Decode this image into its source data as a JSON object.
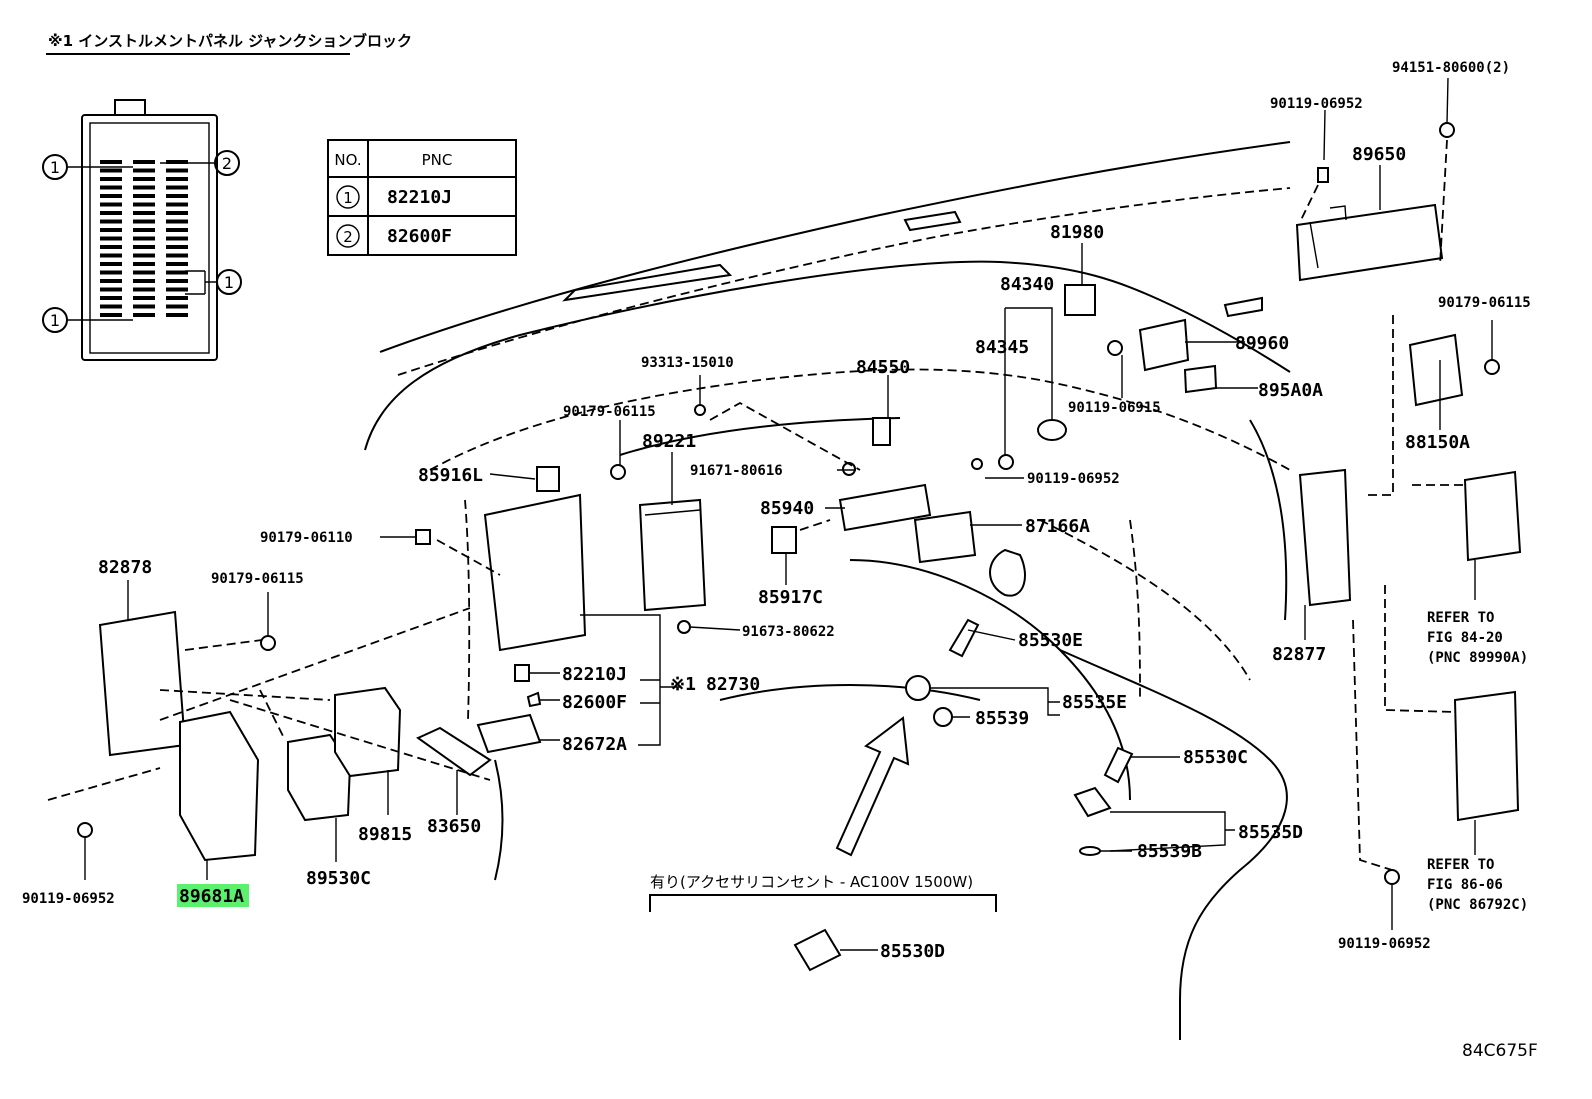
{
  "header": {
    "note": "※1 インストルメントパネル ジャンクションブロック"
  },
  "pnc_table": {
    "col_no": "NO.",
    "col_pnc": "PNC",
    "rows": [
      {
        "no": "1",
        "pnc": "82210J"
      },
      {
        "no": "2",
        "pnc": "82600F"
      }
    ]
  },
  "junction_block_callouts": [
    "1",
    "2",
    "1",
    "1"
  ],
  "highlight_color": "#5cf06e",
  "labels": {
    "p94151": "94151-80600(2)",
    "p90119a": "90119-06952",
    "p89650": "89650",
    "p81980": "81980",
    "p84340": "84340",
    "p84345": "84345",
    "p89960": "89960",
    "p895a0a": "895A0A",
    "p90119_06915": "90119-06915",
    "p90179_06115_r": "90179-06115",
    "p88150a": "88150A",
    "p93313": "93313-15010",
    "p84550": "84550",
    "p90179_06115_m": "90179-06115",
    "p89221": "89221",
    "p91671": "91671-80616",
    "p90119b": "90119-06952",
    "p85916l": "85916L",
    "p85940": "85940",
    "p87166a": "87166A",
    "p90179_06110": "90179-06110",
    "p82878": "82878",
    "p90179_06115_l": "90179-06115",
    "p85917c": "85917C",
    "p91673": "91673-80622",
    "p85530e": "85530E",
    "p82210j": "82210J",
    "p82600f": "82600F",
    "p82730_mark": "※1",
    "p82730": "82730",
    "p85535e": "85535E",
    "p85539": "85539",
    "p82672a": "82672A",
    "p85530c": "85530C",
    "p85535d": "85535D",
    "p85539b": "85539B",
    "p89815": "89815",
    "p83650": "83650",
    "p89530c": "89530C",
    "p89681a": "89681A",
    "p90119c": "90119-06952",
    "p82877": "82877",
    "p90119d": "90119-06952",
    "p85530d": "85530D",
    "accessory_note": "有り(アクセサリコンセント - AC100V 1500W)"
  },
  "refer": [
    {
      "line1": "REFER TO",
      "line2": "FIG 84-20",
      "line3": "(PNC 89990A)"
    },
    {
      "line1": "REFER TO",
      "line2": "FIG 86-06",
      "line3": "(PNC 86792C)"
    }
  ],
  "figure_code": "84C675F"
}
